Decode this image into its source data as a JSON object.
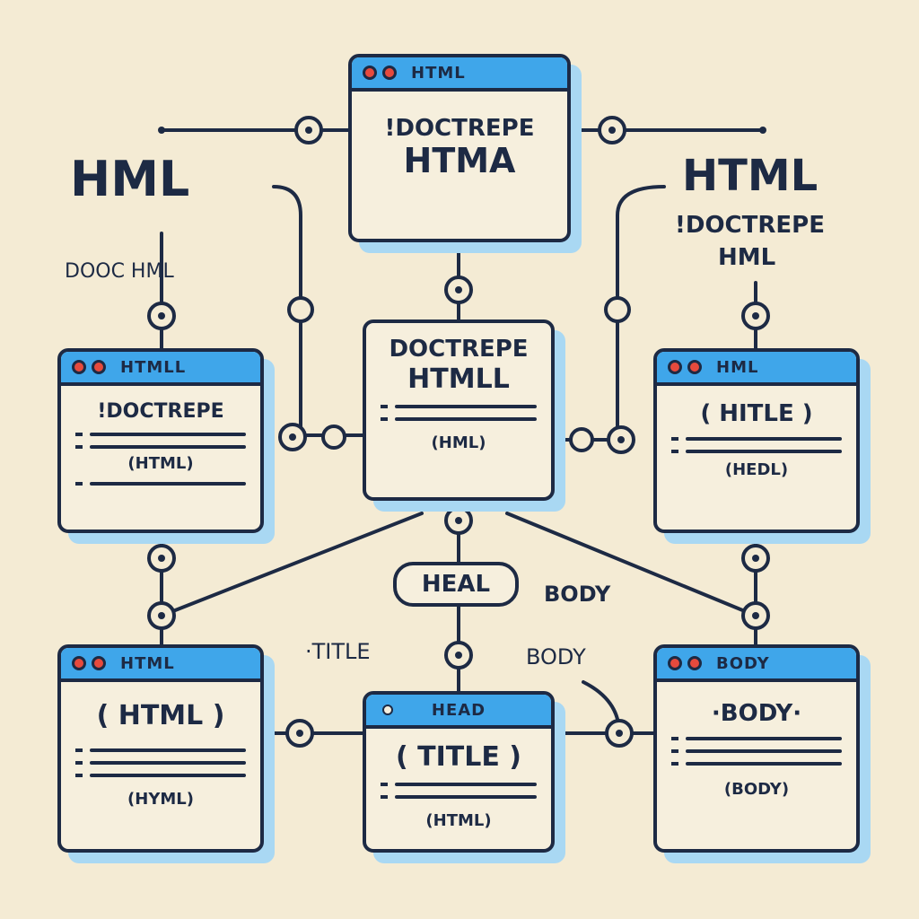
{
  "colors": {
    "ink": "#1d2a44",
    "bar": "#3fa6ea",
    "paper": "#f6efdd",
    "shadow": "#a9d8f3",
    "bg": "#f4ebd4"
  },
  "top": {
    "bar": "HTML",
    "line1": "!DOCTREPE",
    "line2": "HTMA"
  },
  "center": {
    "line1": "DOCTREPE",
    "line2": "HTMLL",
    "foot": "(HML)"
  },
  "left_mid": {
    "bar": "HTMLL",
    "line1": "!DOCTREPE",
    "foot": "(HTML)"
  },
  "right_mid": {
    "bar": "HML",
    "line1": "( HITLE )",
    "foot": "(HEDL)"
  },
  "bottom_left": {
    "bar": "HTML",
    "line1": "( HTML )",
    "foot": "(HYML)"
  },
  "bottom_mid": {
    "bar": "HEAD",
    "line1": "( TITLE )",
    "foot": "(HTML)"
  },
  "bottom_right": {
    "bar": "BODY",
    "line1": "·BODY·",
    "foot": "(BODY)"
  },
  "labels": {
    "left_title": "HML",
    "left_sub1": "DOOC HML",
    "right_title": "HTML",
    "right_sub1": "!DOCTREPE",
    "right_sub2": "HML",
    "heal": "HEAL",
    "body1": "BODY",
    "title": "·TITLE",
    "body2": "BODY"
  }
}
